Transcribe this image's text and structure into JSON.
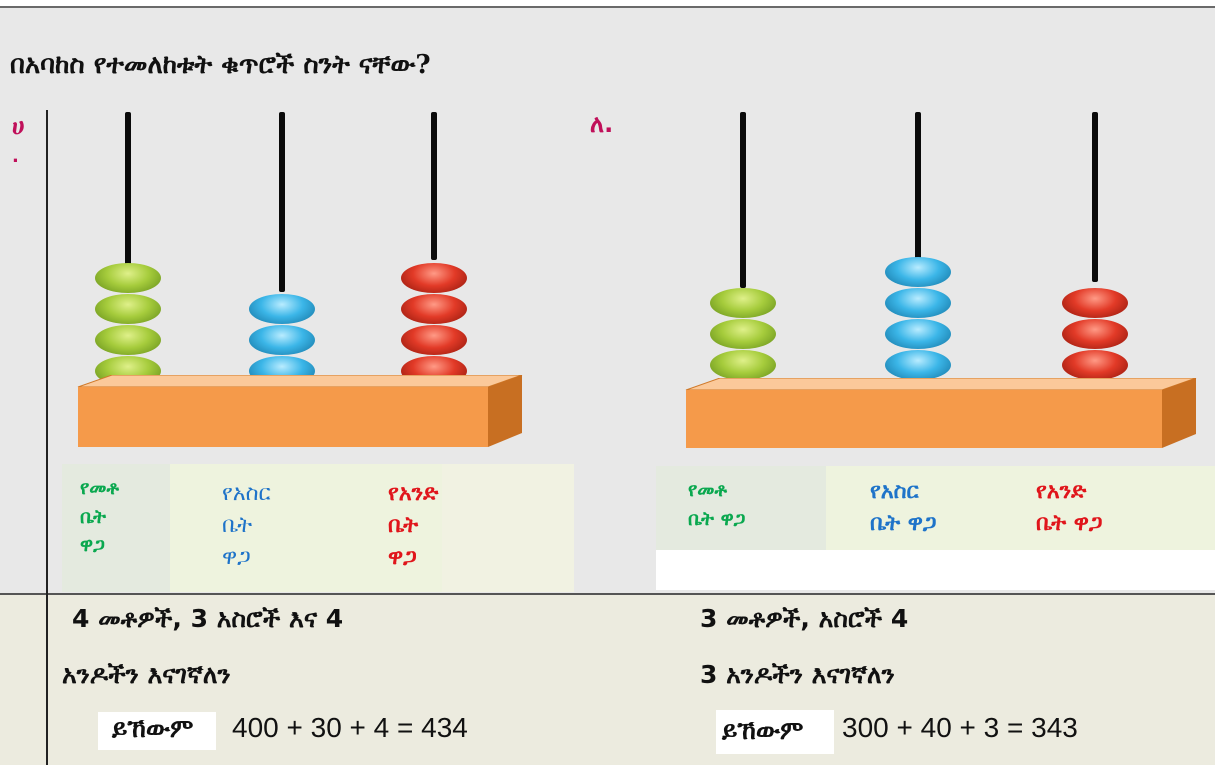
{
  "title": "በአባከስ የተመለከቱት ቁጥሮች ስንት ናቸው?",
  "panels": [
    {
      "label": "ሀ",
      "label_dot": ".",
      "beads": {
        "hundreds": 4,
        "tens": 3,
        "ones": 4
      },
      "headers": {
        "hundreds": "የመቶ\nቤት\nዋጋ",
        "tens": "የአስር\nቤት\nዋጋ",
        "ones": "የአንድ\nቤት\nዋጋ"
      },
      "sentence_line1": "4 መቶዎች, 3 አስሮች እና 4",
      "sentence_line2": "አንዶችን እናገኛለን",
      "result_word": "ይኸውም",
      "result_expr": "400 + 30 + 4 = 434"
    },
    {
      "label": "ለ.",
      "beads": {
        "hundreds": 3,
        "tens": 4,
        "ones": 3
      },
      "headers": {
        "hundreds": "የመቶ\nቤት ዋጋ",
        "tens": "የአስር\nቤት ዋጋ",
        "ones": "የአንድ\nቤት ዋጋ"
      },
      "sentence_line1": "3 መቶዎች, አስሮች 4",
      "sentence_line2": "3 አንዶችን እናገኛለን",
      "result_word": "ይኸውም",
      "result_expr": "300 + 40 + 3 = 343"
    }
  ],
  "colors": {
    "hundreds": "#0aa84f",
    "tens": "#1e73c9",
    "ones": "#e0151b",
    "base_front": "#f59a4a",
    "label": "#c0105a"
  }
}
